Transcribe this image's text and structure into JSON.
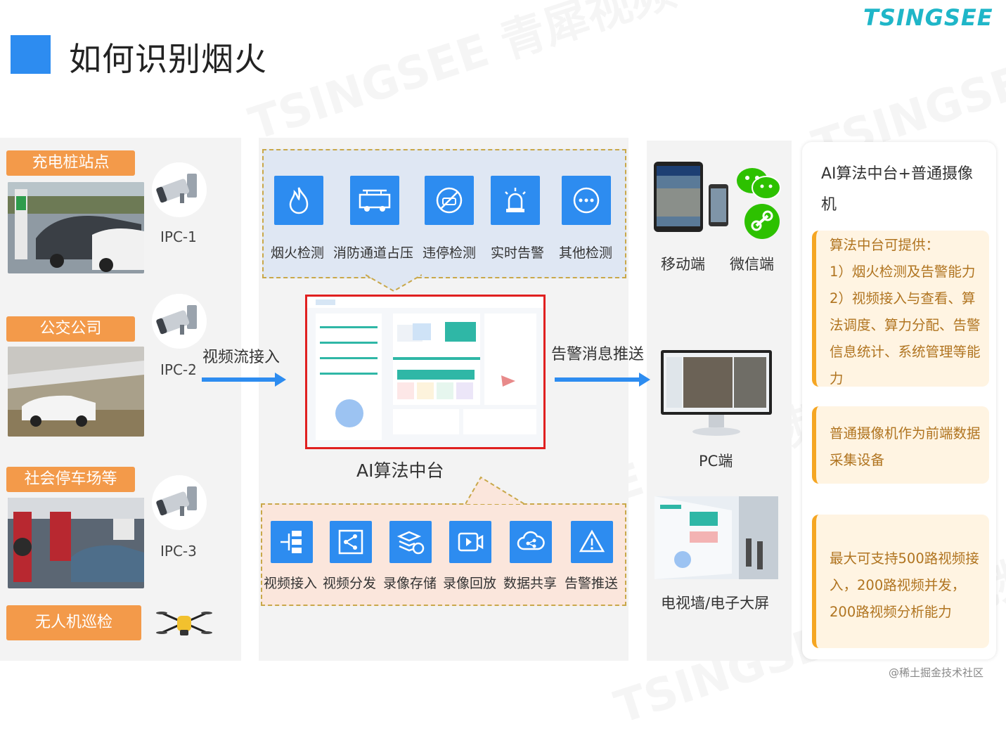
{
  "header": {
    "title": "如何识别烟火",
    "brand": "TSINGSEE"
  },
  "sources": [
    {
      "label": "充电桩站点",
      "ipc": "IPC-1"
    },
    {
      "label": "公交公司",
      "ipc": "IPC-2"
    },
    {
      "label": "社会停车场等",
      "ipc": "IPC-3"
    },
    {
      "label": "无人机巡检"
    }
  ],
  "flows": {
    "video_in": "视频流接入",
    "alarm_push": "告警消息推送"
  },
  "center": {
    "label": "AI算法中台",
    "top_tiles": [
      {
        "label": "烟火检测",
        "icon": "fire-icon"
      },
      {
        "label": "消防通道占压",
        "icon": "fire-truck-icon"
      },
      {
        "label": "违停检测",
        "icon": "no-parking-icon"
      },
      {
        "label": "实时告警",
        "icon": "alarm-light-icon"
      },
      {
        "label": "其他检测",
        "icon": "more-icon"
      }
    ],
    "bottom_tiles": [
      {
        "label": "视频接入",
        "icon": "network-tree-icon"
      },
      {
        "label": "视频分发",
        "icon": "share-icon"
      },
      {
        "label": "录像存储",
        "icon": "storage-icon"
      },
      {
        "label": "录像回放",
        "icon": "playback-icon"
      },
      {
        "label": "数据共享",
        "icon": "cloud-share-icon"
      },
      {
        "label": "告警推送",
        "icon": "warning-icon"
      }
    ]
  },
  "clients": {
    "mobile": "移动端",
    "wechat": "微信端",
    "pc": "PC端",
    "tv_wall": "电视墙/电子大屏"
  },
  "card": {
    "title": "AI算法中台+普通摄像机",
    "box1": [
      "算法中台可提供：",
      "1）烟火检测及告警能力",
      "2）视频接入与查看、算法调度、算力分配、告警信息统计、系统管理等能力"
    ],
    "box2": "普通摄像机作为前端数据采集设备",
    "box3": "最大可支持500路视频接入，200路视频并发，200路视频分析能力"
  },
  "footer": {
    "credit": "@稀土掘金技术社区"
  },
  "colors": {
    "accent_blue": "#2d8cf0",
    "orange": "#f39a4a",
    "highlight_red": "#e02020",
    "brand_teal": "#1fb6c8"
  }
}
